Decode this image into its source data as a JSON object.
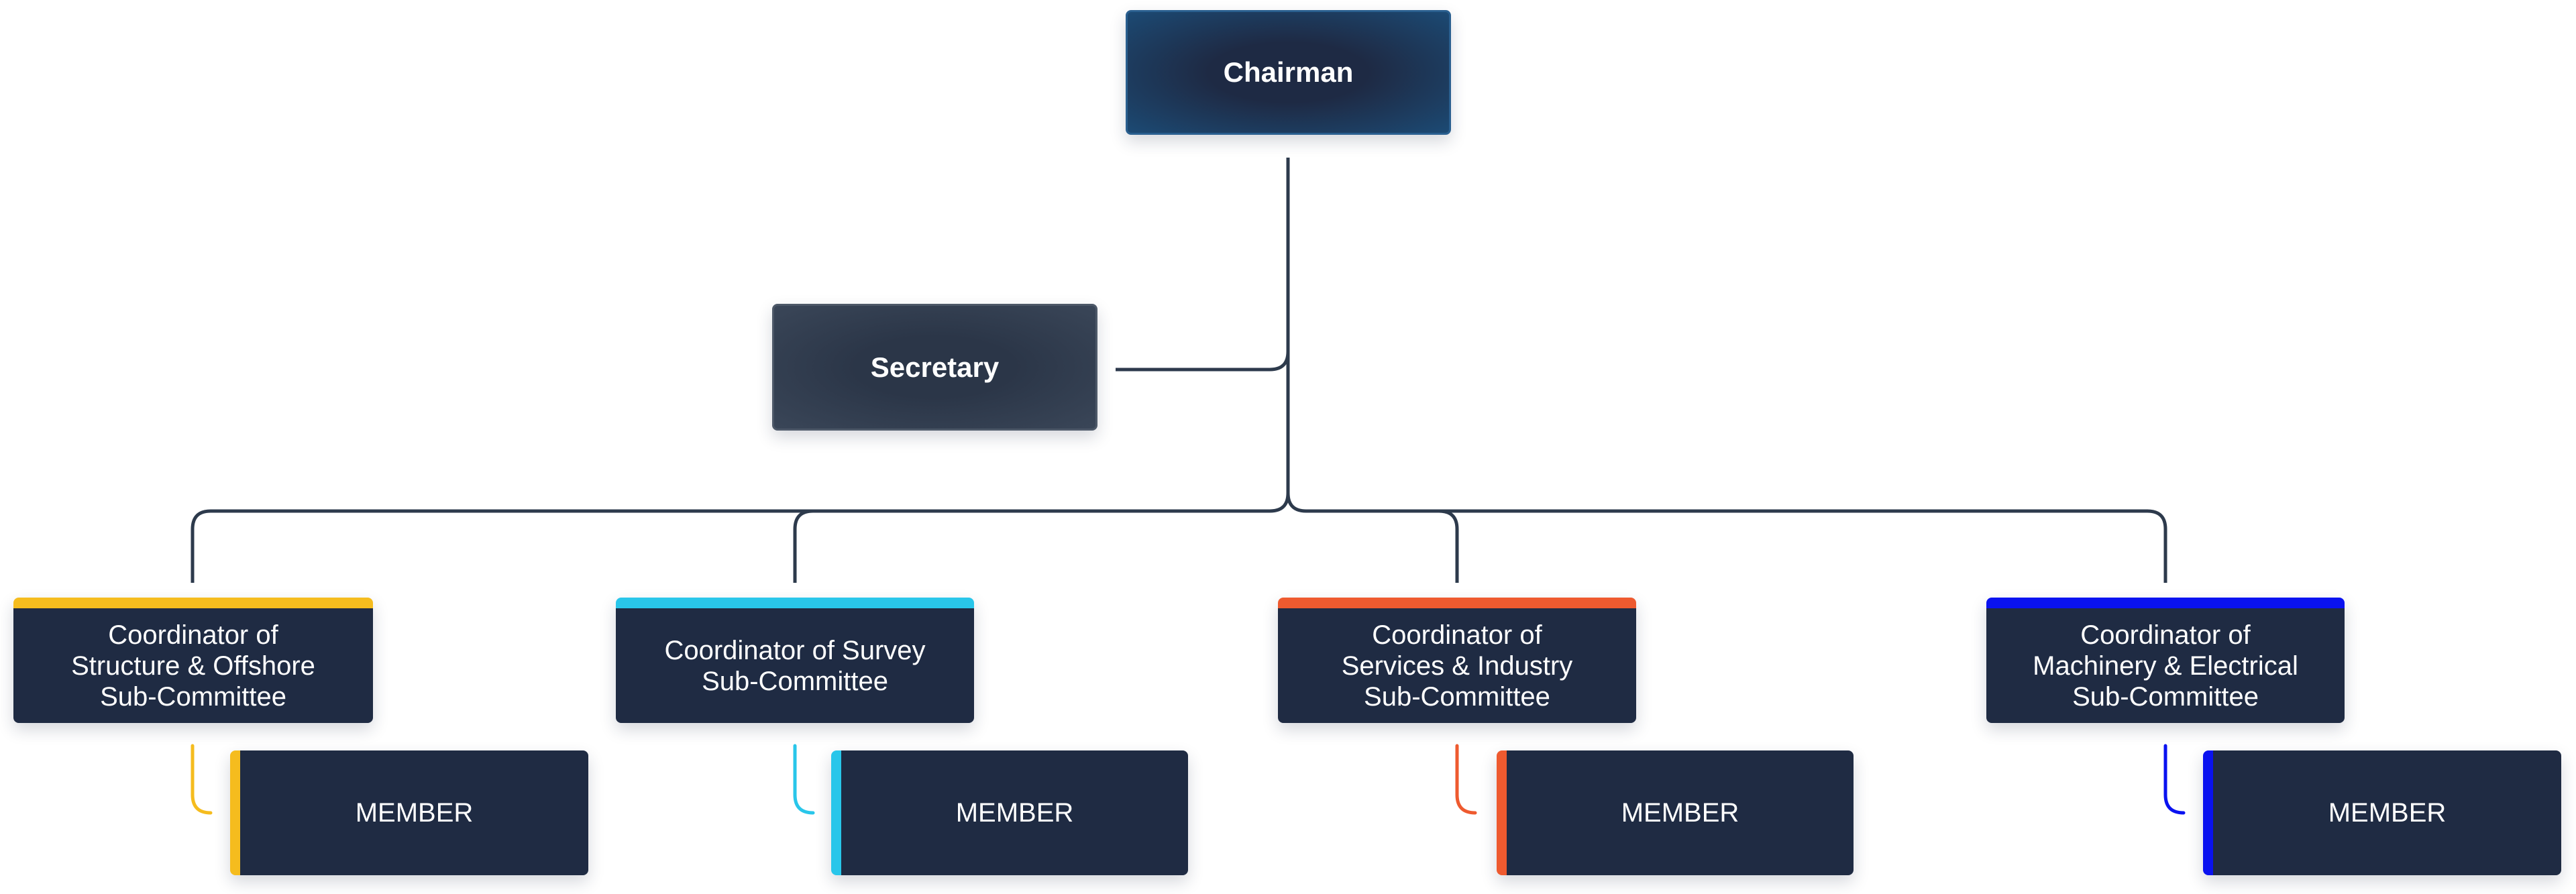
{
  "chairman": {
    "label": "Chairman"
  },
  "secretary": {
    "label": "Secretary"
  },
  "committees": [
    {
      "coordinator": "Coordinator of\nStructure & Offshore\nSub-Committee",
      "member": "MEMBER",
      "color": "#f5bc1e"
    },
    {
      "coordinator": "Coordinator of Survey\nSub-Committee",
      "member": "MEMBER",
      "color": "#29c6ea"
    },
    {
      "coordinator": "Coordinator of\nServices & Industry\nSub-Committee",
      "member": "MEMBER",
      "color": "#ee5a2f"
    },
    {
      "coordinator": "Coordinator of\nMachinery & Electrical\nSub-Committee",
      "member": "MEMBER",
      "color": "#0a12f0"
    }
  ],
  "line_color": "#2d3a4c"
}
